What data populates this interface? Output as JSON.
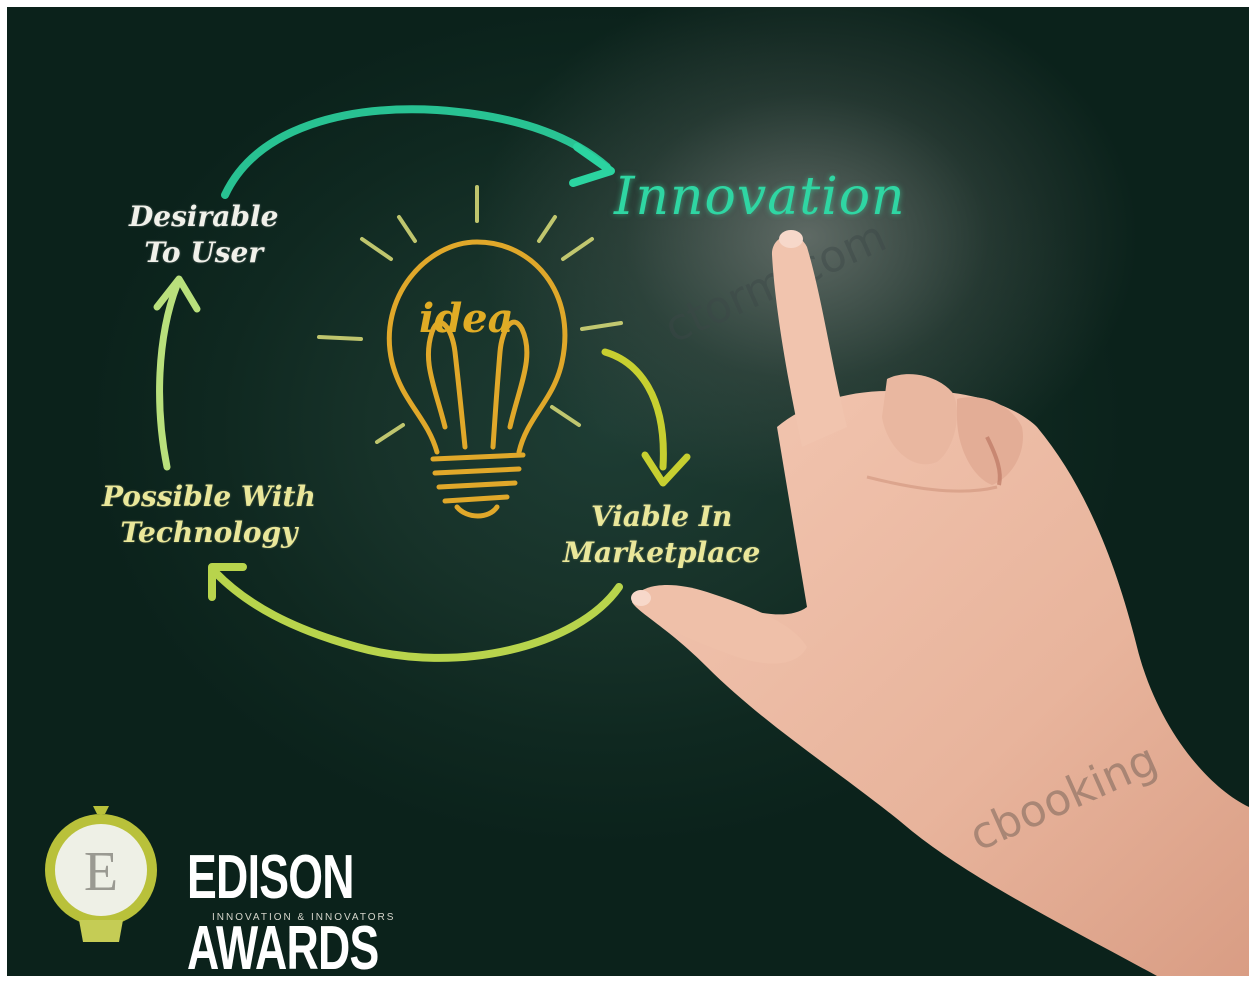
{
  "diagram": {
    "innovation": "Innovation",
    "desirable": [
      "Desirable",
      "To User"
    ],
    "possible": [
      "Possible With",
      "Technology"
    ],
    "viable": [
      "Viable In",
      "Marketplace"
    ],
    "idea": "idea"
  },
  "watermarks": {
    "first": "ctorm.com",
    "second": "cbooking"
  },
  "logo": {
    "title": "EDISON AWARDS",
    "tagline": "INNOVATION & INNOVATORS",
    "badge_letter": "E"
  },
  "colors": {
    "board": "#0f2820",
    "innovation": "#2fd6a3",
    "bulb": "#e0ac25",
    "chalk_yellow": "#eae79a"
  }
}
